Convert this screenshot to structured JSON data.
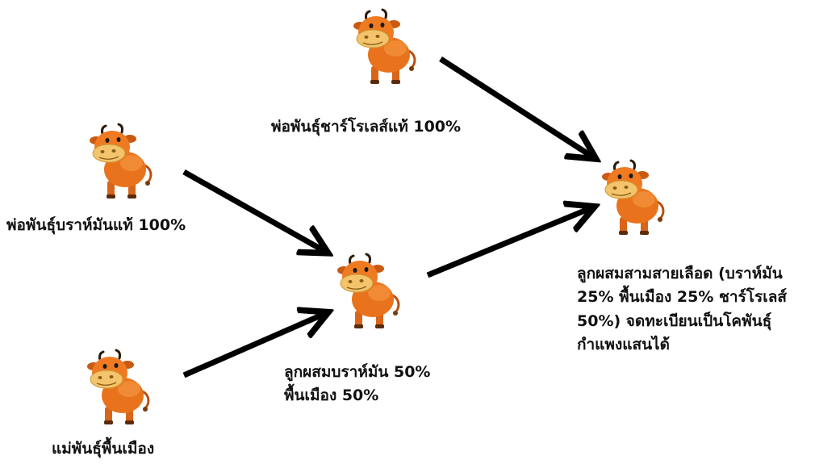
{
  "nodes": {
    "sire_charolais": {
      "label": "พ่อพันธุ์ชาร์โรเลส์แท้ 100%",
      "icon": "cow-icon"
    },
    "sire_brahman": {
      "label": "พ่อพันธุ์บราห์มันแท้ 100%",
      "icon": "cow-icon"
    },
    "dam_native": {
      "label": "แม่พันธุ์พื้นเมือง",
      "icon": "cow-icon"
    },
    "crossbred_f1": {
      "label_line1": "ลูกผสมบราห์มัน 50%",
      "label_line2": "พื้นเมือง 50%",
      "icon": "cow-icon"
    },
    "three_way": {
      "label_line1": "ลูกผสมสามสายเลือด (บราห์มัน",
      "label_line2": "25% พื้นเมือง 25% ชาร์โรเลส์",
      "label_line3": "50%) จดทะเบียนเป็นโคพันธุ์",
      "label_line4": "กำแพงแสนได้",
      "icon": "cow-icon"
    }
  },
  "colors": {
    "cow_body": "#e8731c",
    "cow_dark": "#b94f0e",
    "cow_snout": "#f3c46b",
    "arrow": "#000000"
  }
}
